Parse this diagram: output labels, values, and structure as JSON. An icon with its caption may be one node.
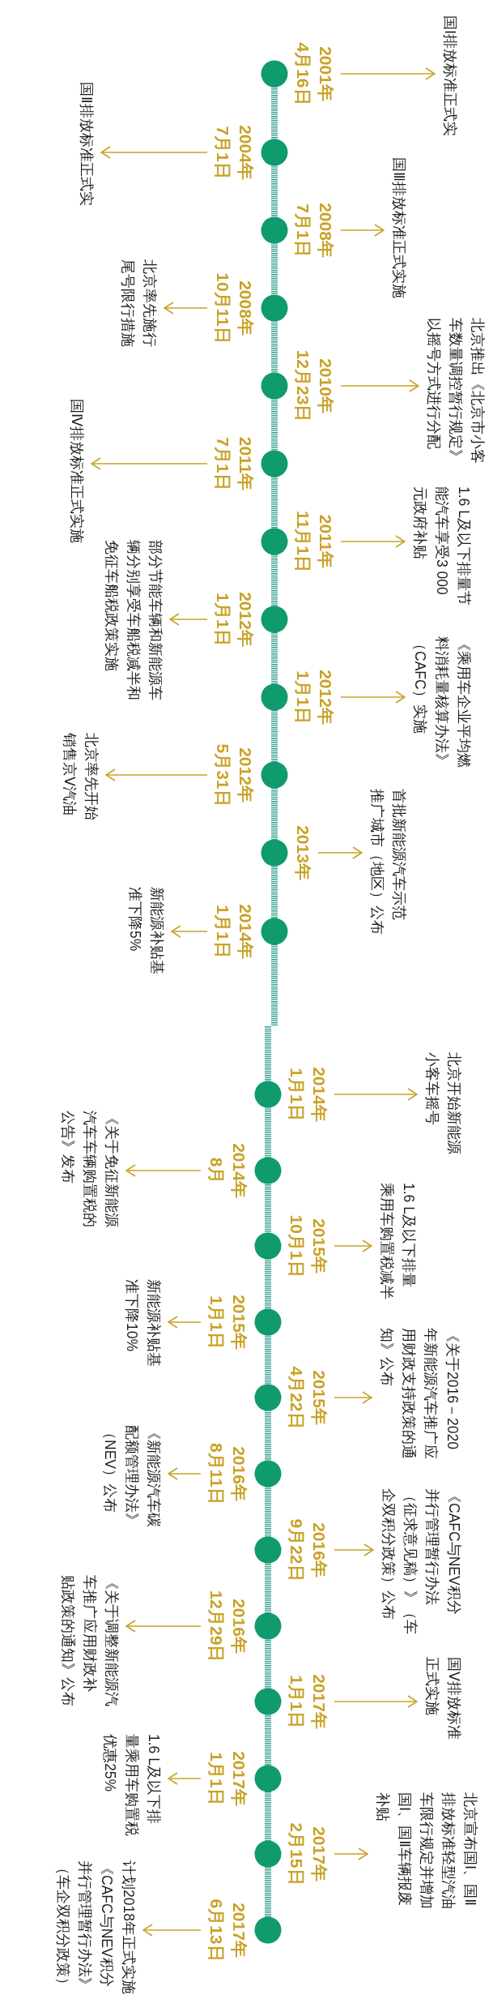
{
  "diagram": {
    "nodes": [
      {
        "text": [
          "2001年4月16日"
        ]
      },
      {
        "text": [
          "国Ⅰ排放标准正式实"
        ]
      },
      {
        "text": [
          "2004年7月1日"
        ]
      },
      {
        "text": [
          "国Ⅱ排放标准正式实"
        ]
      },
      {
        "text": [
          "2008年7月1日"
        ]
      },
      {
        "text": [
          "国Ⅲ排放标准正式实施"
        ]
      },
      {
        "text": [
          "2008年10月11日"
        ]
      },
      {
        "text": [
          "北京率先施行尾号限行措施"
        ]
      },
      {
        "text": [
          "2010年12月23日"
        ]
      },
      {
        "text": [
          "北京推出《北京市小客车数量调控暂行规定》以摇号方式进行分配"
        ]
      },
      {
        "text": [
          "2011年7月1日"
        ]
      },
      {
        "text": [
          "国Ⅳ排放标准正式实施"
        ]
      },
      {
        "text": [
          "2011年11月1日"
        ]
      },
      {
        "text": [
          "1.6 L及以下排量节能汽车享受3 000元政府补贴"
        ]
      },
      {
        "text": [
          "2012年1月1日"
        ]
      },
      {
        "text": [
          "部分节能车辆和新能源车辆分别享受车船税减半和免征车船税政策实施"
        ]
      },
      {
        "text": [
          "2012年1月1日"
        ]
      },
      {
        "text": [
          "《乘用车企业平均燃料消耗量核算办法》（CAFC）实施"
        ]
      },
      {
        "text": [
          "2012年5月31日"
        ]
      },
      {
        "text": [
          "北京率先开始销售京Ⅴ汽油"
        ]
      },
      {
        "text": [
          "2013年"
        ]
      },
      {
        "text": [
          "首批新能源汽车示范推广城市（地区）公布"
        ]
      },
      {
        "text": [
          "2014年1月1日"
        ]
      },
      {
        "text": [
          "新能源补贴基准下降5%"
        ]
      },
      {
        "text": [
          "2014年1月1日"
        ]
      },
      {
        "text": [
          "北京开始新能源小客车摇号"
        ]
      },
      {
        "text": [
          "2014年8月"
        ]
      },
      {
        "text": [
          "《关于免征新能源汽车车辆购置税的公告》发布"
        ]
      },
      {
        "text": [
          "2015年10月1日"
        ]
      },
      {
        "text": [
          "1.6 L及以下排量乘用车购置税减半"
        ]
      },
      {
        "text": [
          "2015年1月1日"
        ]
      },
      {
        "text": [
          "新能源补贴基准下降10%"
        ]
      },
      {
        "text": [
          "2015年4月22日"
        ]
      },
      {
        "text": [
          "《关于2016－2020年新能源汽车推广应用财政支持政策的通知》公布"
        ]
      },
      {
        "text": [
          "2016年8月11日"
        ]
      },
      {
        "text": [
          "《新能源汽车碳配额管理办法》（NEV）公布"
        ]
      },
      {
        "text": [
          "2016年9月22日"
        ]
      },
      {
        "text": [
          "《CAFC与NEV积分并行管理暂行办法（征求意见稿）》（车企双积分政策）公布"
        ]
      },
      {
        "text": [
          "2016年12月29日"
        ]
      },
      {
        "text": [
          "《关于调整新能源汽车推广应用财政补贴政策的通知》公布"
        ]
      },
      {
        "text": [
          "2017年1月1日"
        ]
      },
      {
        "text": [
          "国Ⅴ排放标准正式实施"
        ]
      },
      {
        "text": [
          "2017年1月1日"
        ]
      },
      {
        "text": [
          "1.6 L及以下排量乘用车购置税优惠25%"
        ]
      },
      {
        "text": [
          "2017年2月15日"
        ]
      },
      {
        "text": [
          "北京宣布国Ⅰ、国Ⅱ排放标准轻型汽油车限行规定并增加国Ⅰ、国Ⅱ车辆报废补贴"
        ]
      },
      {
        "text": [
          "2017年6月13日"
        ]
      },
      {
        "text": [
          "计划2018年正式实施《CAFC与NEV积分并行管理暂行办法》（车企双积分政策）"
        ]
      }
    ],
    "edges": [
      {
        "from": 0,
        "to": 1,
        "arrow": "to"
      },
      {
        "from": 2,
        "to": 3,
        "arrow": "to"
      },
      {
        "from": 4,
        "to": 5,
        "arrow": "to"
      },
      {
        "from": 6,
        "to": 7,
        "arrow": "to"
      },
      {
        "from": 8,
        "to": 9,
        "arrow": "to"
      },
      {
        "from": 10,
        "to": 11,
        "arrow": "to"
      },
      {
        "from": 12,
        "to": 13,
        "arrow": "to"
      },
      {
        "from": 14,
        "to": 15,
        "arrow": "to"
      },
      {
        "from": 16,
        "to": 17,
        "arrow": "to"
      },
      {
        "from": 18,
        "to": 19,
        "arrow": "to"
      },
      {
        "from": 20,
        "to": 21,
        "arrow": "to"
      },
      {
        "from": 22,
        "to": 23,
        "arrow": "to"
      },
      {
        "from": 24,
        "to": 25,
        "arrow": "to"
      },
      {
        "from": 26,
        "to": 27,
        "arrow": "to"
      },
      {
        "from": 28,
        "to": 29,
        "arrow": "to"
      },
      {
        "from": 30,
        "to": 31,
        "arrow": "to"
      },
      {
        "from": 32,
        "to": 33,
        "arrow": "to"
      },
      {
        "from": 34,
        "to": 35,
        "arrow": "to"
      },
      {
        "from": 36,
        "to": 37,
        "arrow": "to"
      },
      {
        "from": 38,
        "to": 39,
        "arrow": "to"
      },
      {
        "from": 40,
        "to": 41,
        "arrow": "to"
      },
      {
        "from": 42,
        "to": 43,
        "arrow": "to"
      },
      {
        "from": 44,
        "to": 45,
        "arrow": "to"
      },
      {
        "from": 46,
        "to": 47,
        "arrow": "to"
      }
    ]
  }
}
